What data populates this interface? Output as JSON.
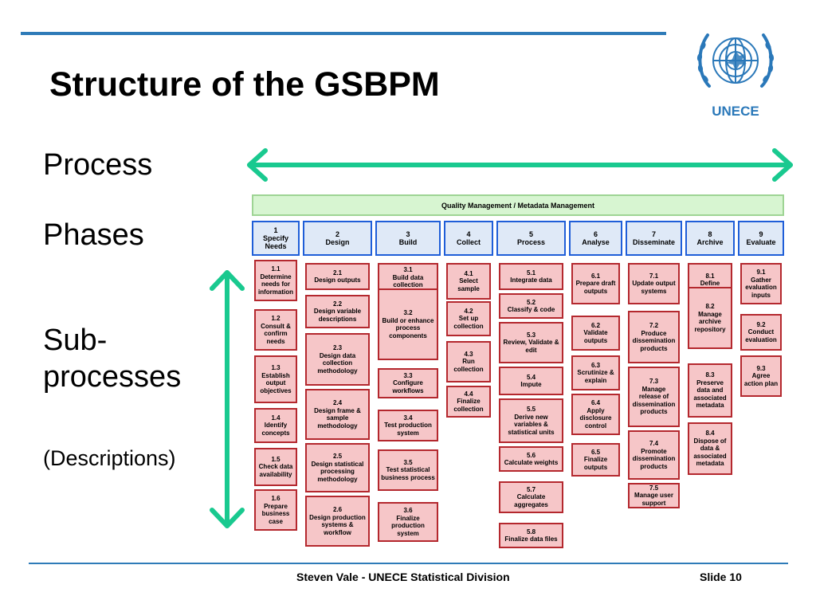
{
  "title": "Structure of the GSBPM",
  "labels": {
    "process": "Process",
    "phases": "Phases",
    "sub_line1": "Sub-",
    "sub_line2": "processes",
    "descriptions": "(Descriptions)"
  },
  "logo": {
    "text": "UNECE"
  },
  "quality_bar": "Quality Management / Metadata Management",
  "phases": [
    {
      "num": "1",
      "name": "Specify Needs"
    },
    {
      "num": "2",
      "name": "Design"
    },
    {
      "num": "3",
      "name": "Build"
    },
    {
      "num": "4",
      "name": "Collect"
    },
    {
      "num": "5",
      "name": "Process"
    },
    {
      "num": "6",
      "name": "Analyse"
    },
    {
      "num": "7",
      "name": "Disseminate"
    },
    {
      "num": "8",
      "name": "Archive"
    },
    {
      "num": "9",
      "name": "Evaluate"
    }
  ],
  "subprocesses": [
    [
      {
        "num": "1.1",
        "name": "Determine needs for information"
      },
      {
        "num": "1.2",
        "name": "Consult & confirm needs"
      },
      {
        "num": "1.3",
        "name": "Establish output objectives"
      },
      {
        "num": "1.4",
        "name": "Identify concepts"
      },
      {
        "num": "1.5",
        "name": "Check data availability"
      },
      {
        "num": "1.6",
        "name": "Prepare business case"
      }
    ],
    [
      {
        "num": "2.1",
        "name": "Design outputs"
      },
      {
        "num": "2.2",
        "name": "Design variable descriptions"
      },
      {
        "num": "2.3",
        "name": "Design data collection methodology"
      },
      {
        "num": "2.4",
        "name": "Design frame & sample methodology"
      },
      {
        "num": "2.5",
        "name": "Design statistical processing methodology"
      },
      {
        "num": "2.6",
        "name": "Design production systems & workflow"
      }
    ],
    [
      {
        "num": "3.1",
        "name": "Build data collection instrument"
      },
      {
        "num": "3.2",
        "name": "Build or enhance process components"
      },
      {
        "num": "3.3",
        "name": "Configure workflows"
      },
      {
        "num": "3.4",
        "name": "Test production system"
      },
      {
        "num": "3.5",
        "name": "Test statistical business process"
      },
      {
        "num": "3.6",
        "name": "Finalize production system"
      }
    ],
    [
      {
        "num": "4.1",
        "name": "Select sample"
      },
      {
        "num": "4.2",
        "name": "Set up collection"
      },
      {
        "num": "4.3",
        "name": "Run collection"
      },
      {
        "num": "4.4",
        "name": "Finalize collection"
      }
    ],
    [
      {
        "num": "5.1",
        "name": "Integrate data"
      },
      {
        "num": "5.2",
        "name": "Classify & code"
      },
      {
        "num": "5.3",
        "name": "Review, Validate & edit"
      },
      {
        "num": "5.4",
        "name": "Impute"
      },
      {
        "num": "5.5",
        "name": "Derive new variables & statistical units"
      },
      {
        "num": "5.6",
        "name": "Calculate weights"
      },
      {
        "num": "5.7",
        "name": "Calculate aggregates"
      },
      {
        "num": "5.8",
        "name": "Finalize data files"
      }
    ],
    [
      {
        "num": "6.1",
        "name": "Prepare draft outputs"
      },
      {
        "num": "6.2",
        "name": "Validate outputs"
      },
      {
        "num": "6.3",
        "name": "Scrutinize & explain"
      },
      {
        "num": "6.4",
        "name": "Apply disclosure control"
      },
      {
        "num": "6.5",
        "name": "Finalize outputs"
      }
    ],
    [
      {
        "num": "7.1",
        "name": "Update output systems"
      },
      {
        "num": "7.2",
        "name": "Produce dissemination products"
      },
      {
        "num": "7.3",
        "name": "Manage release of dissemination products"
      },
      {
        "num": "7.4",
        "name": "Promote dissemination products"
      },
      {
        "num": "7.5",
        "name": "Manage user support"
      }
    ],
    [
      {
        "num": "8.1",
        "name": "Define archive rules"
      },
      {
        "num": "8.2",
        "name": "Manage archive repository"
      },
      {
        "num": "8.3",
        "name": "Preserve data and associated metadata"
      },
      {
        "num": "8.4",
        "name": "Dispose of data & associated metadata"
      }
    ],
    [
      {
        "num": "9.1",
        "name": "Gather evaluation inputs"
      },
      {
        "num": "9.2",
        "name": "Conduct evaluation"
      },
      {
        "num": "9.3",
        "name": "Agree action plan"
      }
    ]
  ],
  "footer": {
    "text": "Steven Vale - UNECE Statistical Division",
    "slide": "Slide 10"
  },
  "colors": {
    "rule": "#2e7bb8",
    "arrow": "#19c98f",
    "phase_border": "#1f5ed8",
    "phase_fill": "#dfe9f7",
    "sub_fill": "#f6c6c8",
    "sub_border": "#b4282e",
    "quality_fill": "#d7f5d1"
  }
}
